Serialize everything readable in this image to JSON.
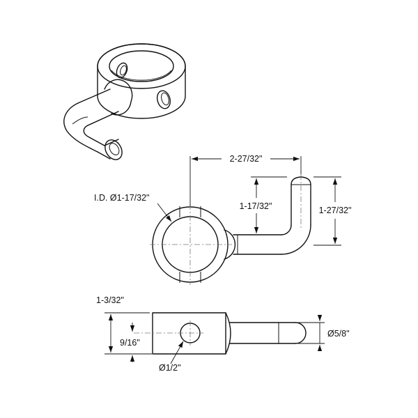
{
  "dimensions": {
    "overall_width": "2-27/32\"",
    "inner_id": "I.D. Ø1-17/32\"",
    "hook_height": "1-17/32\"",
    "total_height": "1-27/32\"",
    "collar_height": "1-3/32\"",
    "hole_offset": "9/16\"",
    "hole_diameter": "Ø1/2\"",
    "pin_diameter": "Ø5/8\""
  },
  "colors": {
    "line": "#111111",
    "background": "#ffffff"
  }
}
